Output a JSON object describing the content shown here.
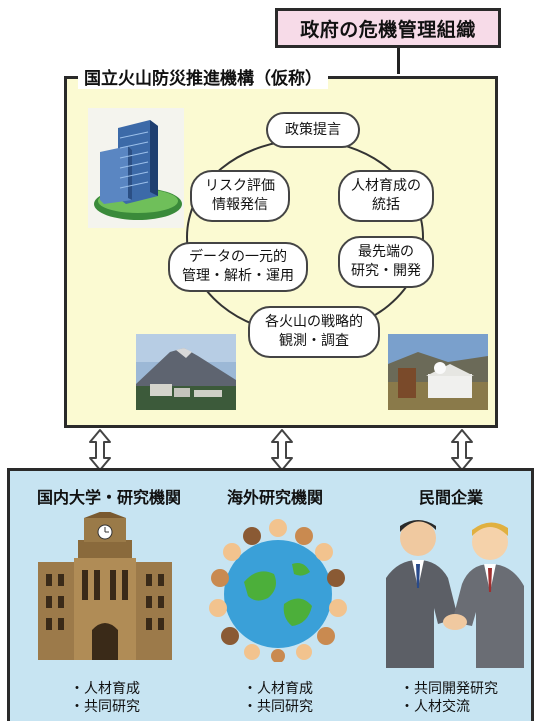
{
  "government": {
    "label": "政府の危機管理組織"
  },
  "organization": {
    "title": "国立火山防災推進機構（仮称）",
    "functions": {
      "policy": "政策提言",
      "hr_coordination": "人材育成の\n統括",
      "risk_info": "リスク評価\n情報発信",
      "data": "データの一元的\n管理・解析・運用",
      "research": "最先端の\n研究・開発",
      "observation": "各火山の戦略的\n観測・調査"
    }
  },
  "partners": [
    {
      "name": "国内大学・研究機関",
      "items": [
        "・人材育成",
        "・共同研究"
      ]
    },
    {
      "name": "海外研究機関",
      "items": [
        "・人材育成",
        "・共同研究"
      ]
    },
    {
      "name": "民間企業",
      "items": [
        "・共同開発研究",
        "・人材交流"
      ]
    }
  ],
  "colors": {
    "government_bg": "#f7dbe8",
    "org_bg": "#fbfad2",
    "partners_bg": "#c7e4f2"
  }
}
